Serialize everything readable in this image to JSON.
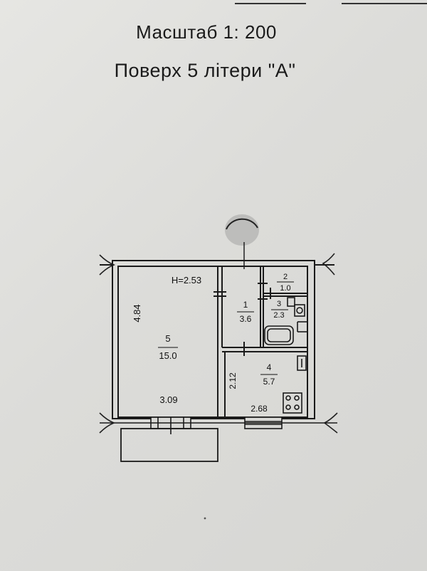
{
  "header": {
    "scale": "Масштаб 1: 200",
    "floor": "Поверх 5 літери \"А\""
  },
  "plan": {
    "height_label": "H=2.53",
    "rooms": [
      {
        "number": "1",
        "area": "3.6"
      },
      {
        "number": "2",
        "area": "1.0"
      },
      {
        "number": "3",
        "area": "2.3"
      },
      {
        "number": "4",
        "area": "5.7"
      },
      {
        "number": "5",
        "area": "15.0"
      }
    ],
    "dimensions": {
      "room5_height": "4.84",
      "room5_width": "3.09",
      "kitchen_height": "2.12",
      "kitchen_width": "2.68"
    }
  }
}
